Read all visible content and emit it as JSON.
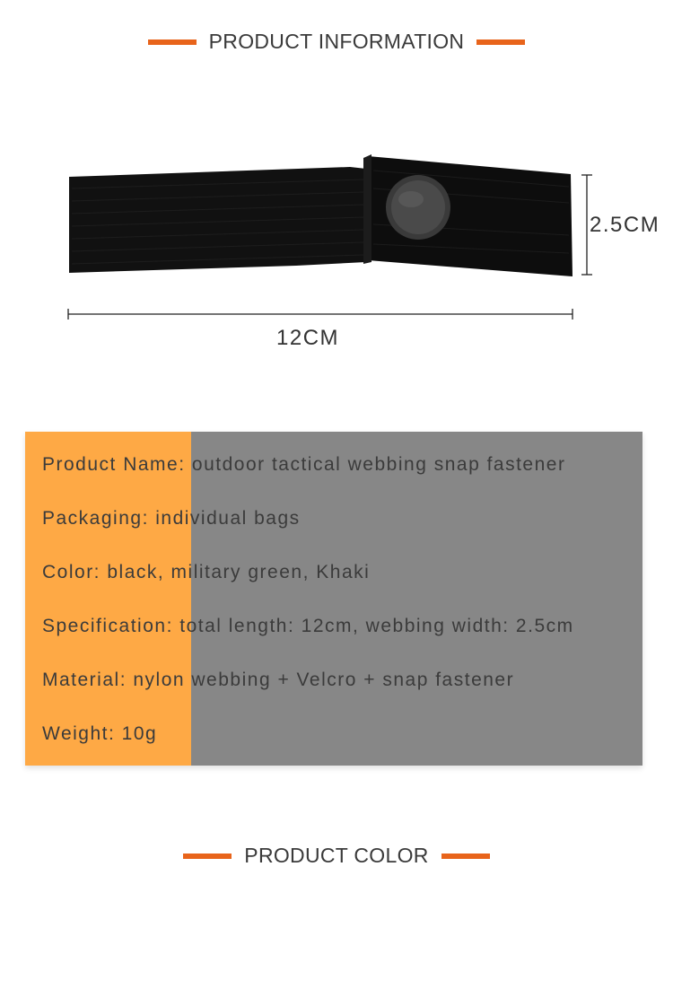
{
  "section_info": {
    "title": "PRODUCT INFORMATION"
  },
  "dimensions": {
    "width_label": "12CM",
    "height_label": "2.5CM"
  },
  "info": {
    "rows": [
      "Product Name: outdoor tactical webbing snap fastener",
      "Packaging: individual bags",
      "Color: black, military green, Khaki",
      "Specification: total length: 12cm, webbing width: 2.5cm",
      "Material: nylon webbing + Velcro + snap fastener",
      "Weight: 10g"
    ]
  },
  "section_color": {
    "title": "PRODUCT COLOR"
  },
  "colors": {
    "accent": "#e8641b",
    "panel_orange": "#fea945",
    "panel_gray": "#878787"
  }
}
